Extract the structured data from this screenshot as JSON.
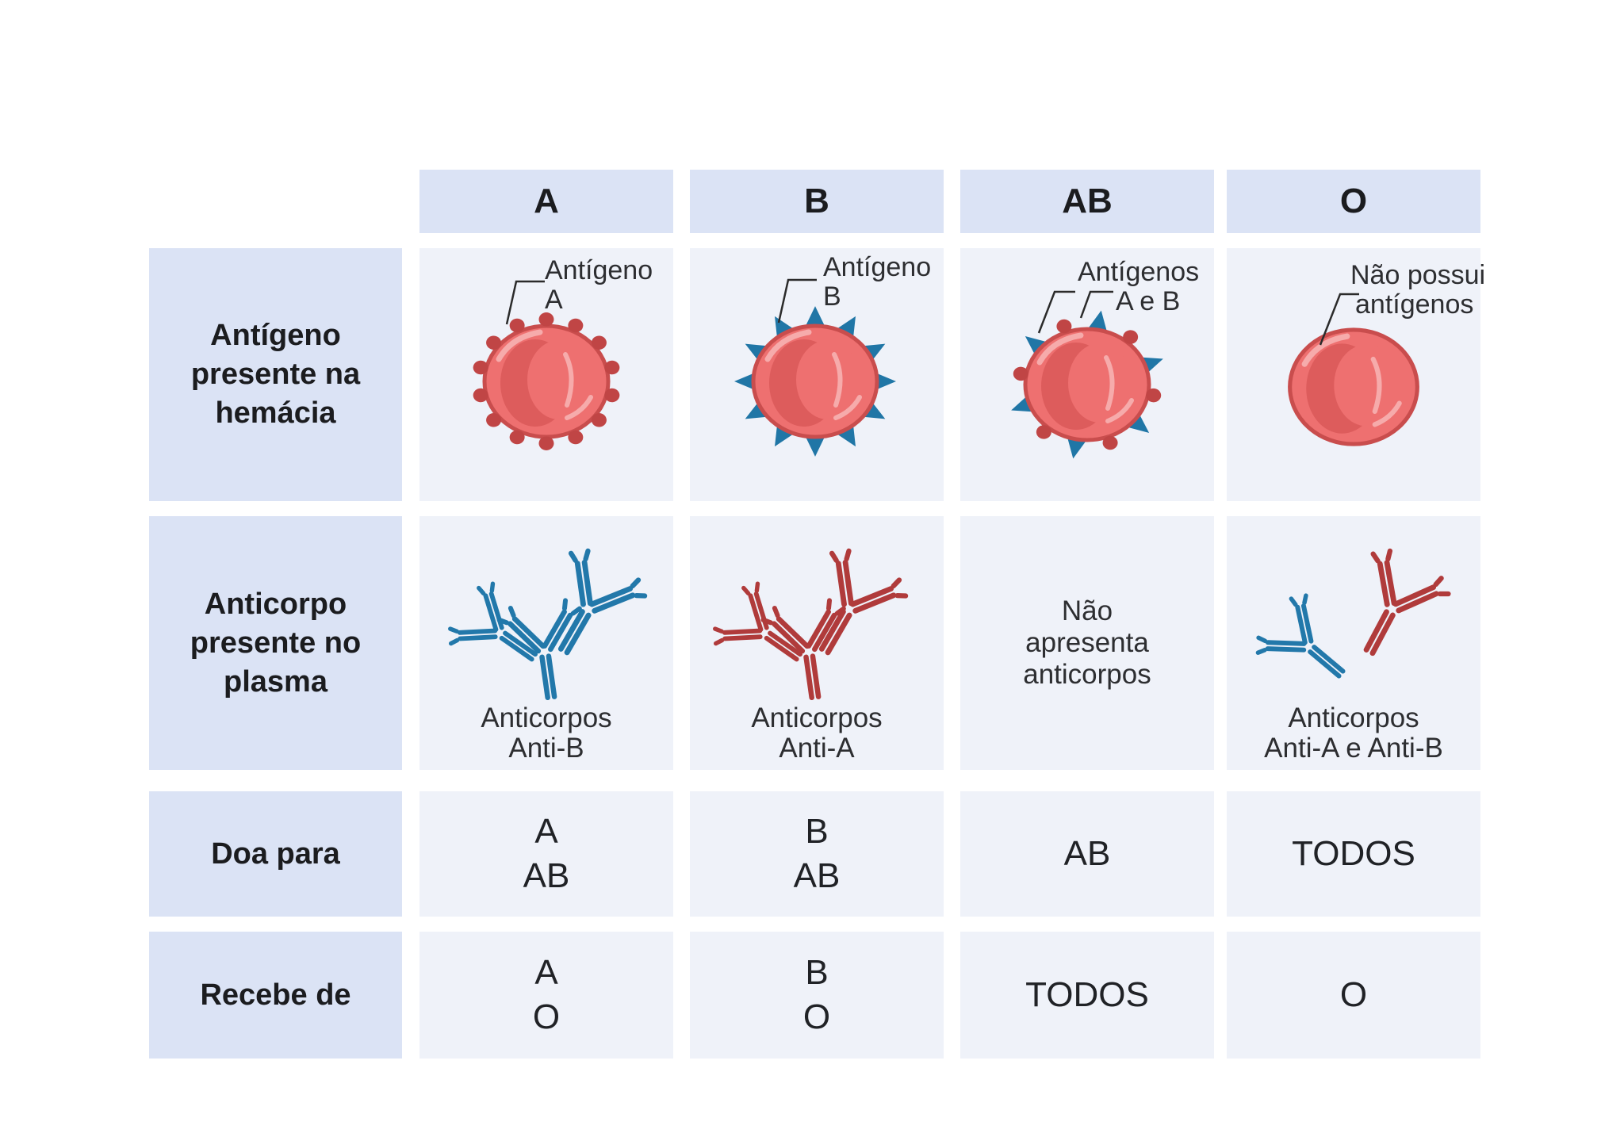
{
  "colors": {
    "header_bg": "#dbe3f5",
    "cell_bg": "#eff2f9",
    "text_dark": "#1b1c1f",
    "caption_text": "#2d2e31",
    "rbc_body": "#ee7070",
    "rbc_outline": "#c94d4d",
    "rbc_inner_crescent": "#dd5c5c",
    "rbc_highlight": "#f6abab",
    "antigen_a_dot": "#c04545",
    "antigen_b_spike": "#2076a6",
    "antibody_anti_b_blue": "#2278aa",
    "antibody_anti_a_red": "#b03b3b",
    "leader_line": "#2b2b2b"
  },
  "header": {
    "columns": [
      "A",
      "B",
      "AB",
      "O"
    ]
  },
  "rows": {
    "antigen": {
      "label_lines": [
        "Antígeno",
        "presente na",
        "hemácia"
      ]
    },
    "antibody": {
      "label_lines": [
        "Anticorpo",
        "presente no",
        "plasma"
      ]
    },
    "donates": {
      "label": "Doa para"
    },
    "receives": {
      "label": "Recebe de"
    }
  },
  "cells": {
    "antigen_captions": [
      [
        "Antígeno",
        "A"
      ],
      [
        "Antígeno",
        "B"
      ],
      [
        "Antígenos",
        "A e B"
      ],
      [
        "Não possui",
        "antígenos"
      ]
    ],
    "antibody_captions": [
      [
        "Anticorpos",
        "Anti-B"
      ],
      [
        "Anticorpos",
        "Anti-A"
      ],
      [],
      [
        "Anticorpos",
        "Anti-A e Anti-B"
      ]
    ],
    "antibody_note_ab": [
      "Não",
      "apresenta",
      "anticorpos"
    ],
    "donates": [
      [
        "A",
        "AB"
      ],
      [
        "B",
        "AB"
      ],
      [
        "AB"
      ],
      [
        "TODOS"
      ]
    ],
    "receives": [
      [
        "A",
        "O"
      ],
      [
        "B",
        "O"
      ],
      [
        "TODOS"
      ],
      [
        "O"
      ]
    ]
  }
}
